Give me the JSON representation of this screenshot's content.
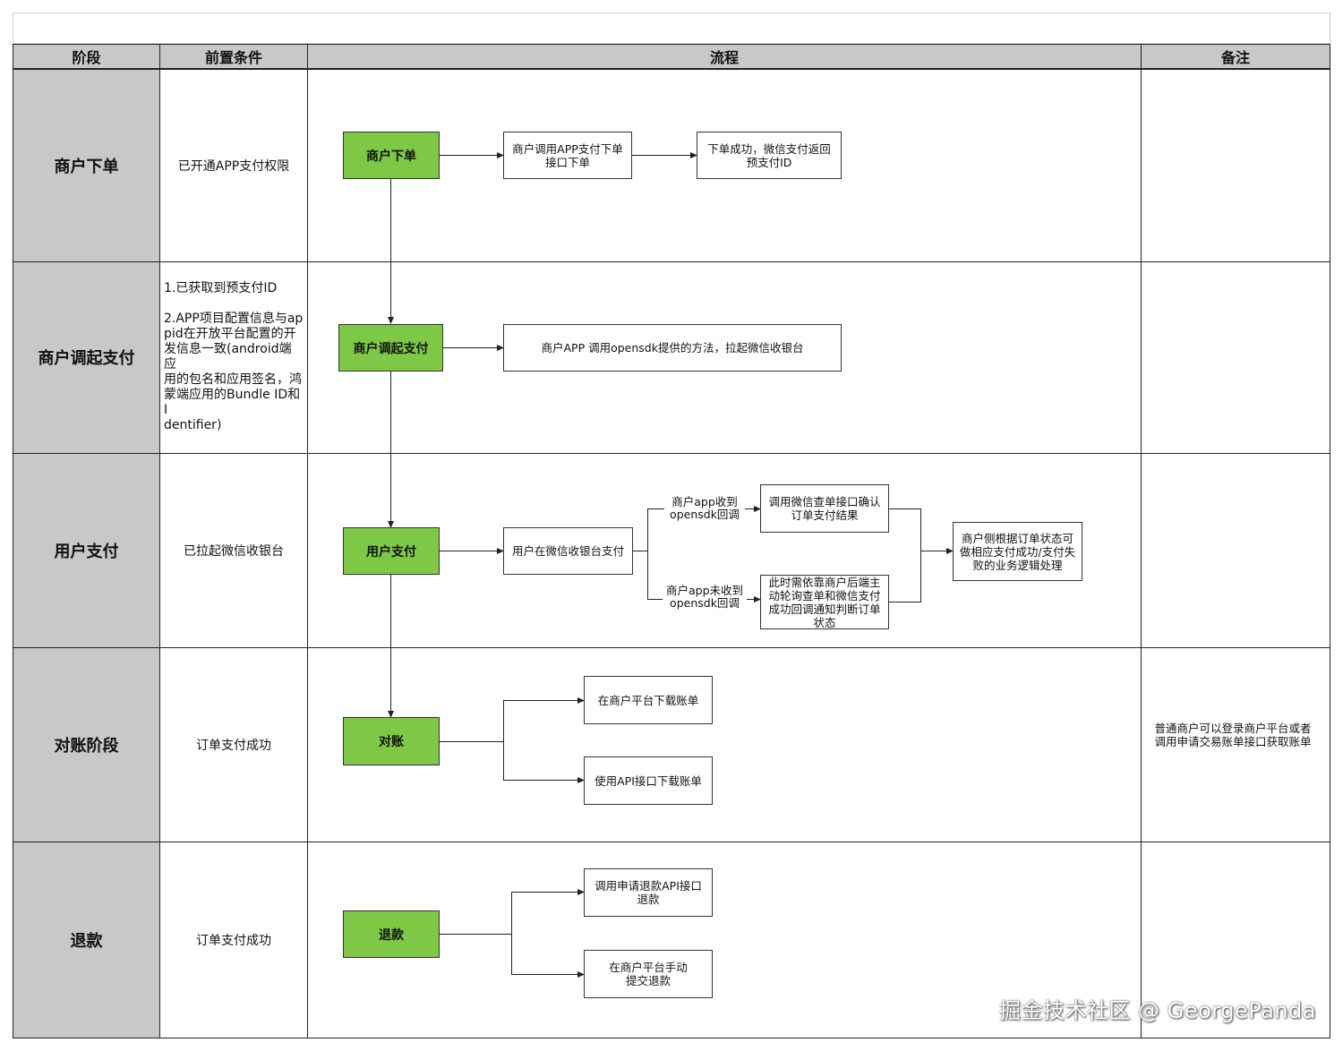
{
  "headers": {
    "stage": "阶段",
    "precondition": "前置条件",
    "flow": "流程",
    "note": "备注"
  },
  "rows": [
    {
      "stage": "商户下单",
      "precondition": "已开通APP支付权限"
    },
    {
      "stage": "商户调起支付",
      "precondition": "1.已获取到预支付ID\n\n2.APP项目配置信息与ap\npid在开放平台配置的开\n发信息一致(android端应\n用的包名和应用签名，鸿\n蒙端应用的Bundle ID和I\ndentifier)"
    },
    {
      "stage": "用户支付",
      "precondition": "已拉起微信收银台"
    },
    {
      "stage": "对账阶段",
      "precondition": "订单支付成功"
    },
    {
      "stage": "退款",
      "precondition": "订单支付成功"
    }
  ],
  "flow": {
    "merchant_order": "商户下单",
    "call_api": "商户调用APP支付下单接口下单",
    "order_success": "下单成功，微信支付返回预支付ID",
    "merchant_invoke": "商户调起支付",
    "invoke_desc": "商户APP 调用opensdk提供的方法，拉起微信收银台",
    "user_pay": "用户支付",
    "pay_in_cashier": "用户在微信收银台支付",
    "label_callback": "商户app收到opensdk回调",
    "label_no_callback": "商户app未收到opensdk回调",
    "query_order": "调用微信查单接口确认订单支付结果",
    "poll_query": "此时需依靠商户后端主动轮询查单和微信支付成功回调通知判断订单状态",
    "merchant_handle": "商户侧根据订单状态可做相应支付成功/支付失败的业务逻辑处理",
    "reconcile": "对账",
    "download_platform": "在商户平台下载账单",
    "download_api": "使用API接口下载账单",
    "refund": "退款",
    "refund_api": "调用申请退款API接口退款",
    "refund_manual": "在商户平台手动提交退款"
  },
  "notes": {
    "reconcile": "普通商户可以登录商户平台或者调用申请交易账单接口获取账单"
  },
  "watermark": "掘金技术社区 @ GeorgePanda",
  "colors": {
    "green": "#7dc844",
    "gray": "#c8c8c8"
  }
}
